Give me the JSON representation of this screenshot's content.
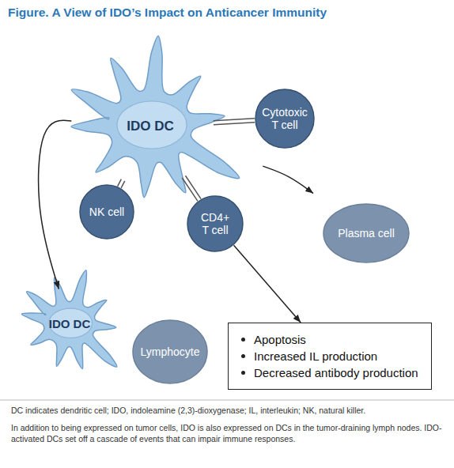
{
  "diagram": {
    "title": "Figure. A View of IDO’s Impact on Anticancer Immunity",
    "caption": "In addition to being expressed on tumor cells, IDO is also expressed on DCs in the tumor-draining lymph nodes. IDO-activated DCs set off a cascade of events that can impair immune responses.",
    "nodes": [
      {
        "text": [
          "IDO DC"
        ]
      },
      {
        "text": [
          "Cytotoxic T cell"
        ]
      },
      {
        "text": [
          "NK cell"
        ]
      },
      {
        "text": [
          "CD4+ T cell"
        ]
      },
      {
        "text": [
          "Plasma cell"
        ]
      },
      {
        "text": [
          "IDO DC"
        ]
      },
      {
        "text": [
          "Lymphocyte"
        ]
      },
      {
        "text": [
          "Apoptosis",
          "Increased IL production",
          "Decreased antibody production"
        ]
      }
    ],
    "edges": [
      {
        "from": 0,
        "to": 1,
        "arrow": "none"
      },
      {
        "from": 0,
        "to": 2,
        "arrow": "none"
      },
      {
        "from": 0,
        "to": 3,
        "arrow": "none"
      },
      {
        "from": 0,
        "to": 5,
        "arrow": "to"
      },
      {
        "from": 0,
        "to": 4,
        "arrow": "to"
      },
      {
        "from": 3,
        "to": 7,
        "arrow": "to"
      }
    ],
    "labels": [
      "DC indicates dendritic cell; IDO, indoleamine (2,3)-dioxygenase; IL, interleukin; NK, natural killer."
    ]
  }
}
